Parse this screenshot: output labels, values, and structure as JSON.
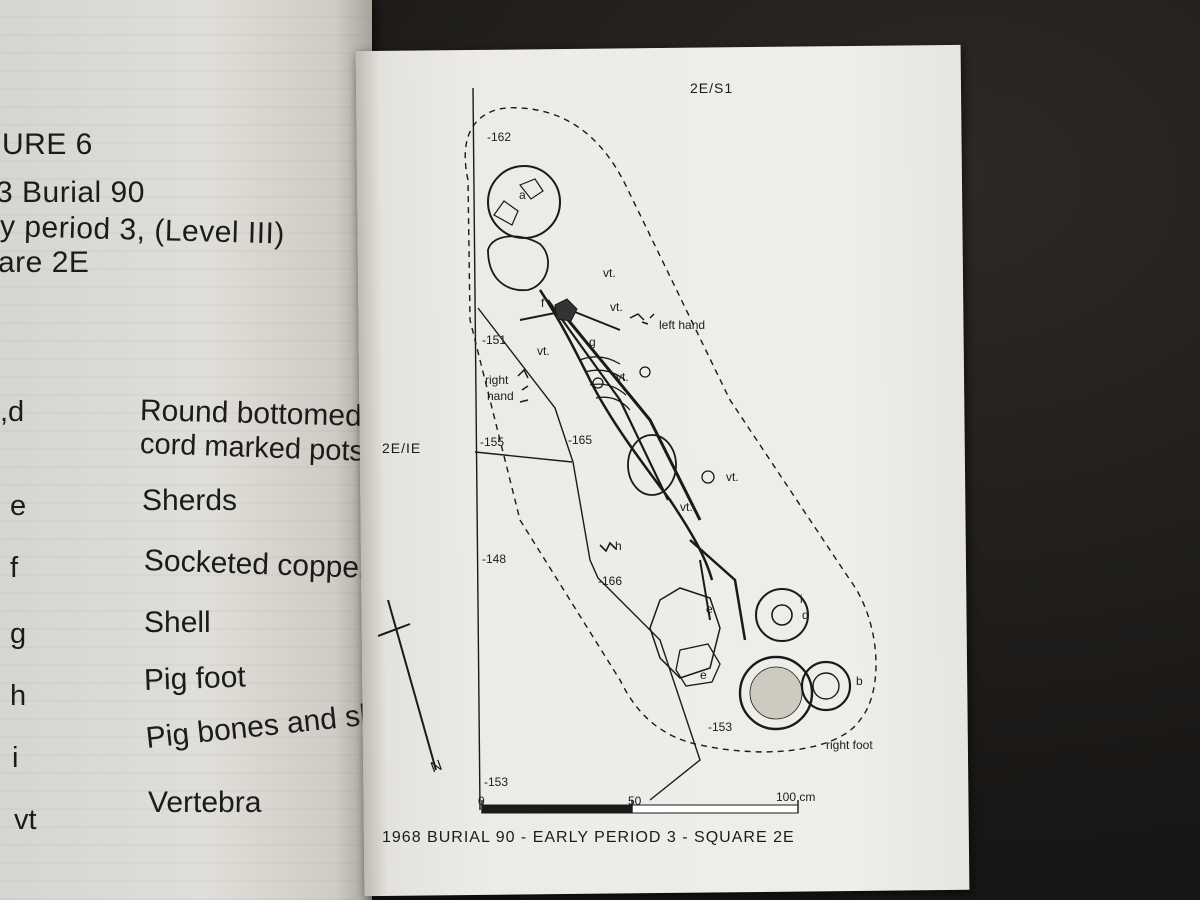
{
  "left_page": {
    "figure_heading": "URE 6",
    "subtitle_1": "3 Burial 90",
    "subtitle_2": "y period 3, (Level III)",
    "subtitle_3": "are 2E",
    "legend": [
      {
        "key": ",d",
        "value": "Round bottomed,"
      },
      {
        "key": "",
        "value": "cord marked pots"
      },
      {
        "key": "e",
        "value": "Sherds"
      },
      {
        "key": "f",
        "value": "Socketed copper too"
      },
      {
        "key": "g",
        "value": "Shell"
      },
      {
        "key": "h",
        "value": "Pig foot"
      },
      {
        "key": "i",
        "value": "Pig bones and skul"
      },
      {
        "key": "vt",
        "value": "Vertebra"
      }
    ],
    "north_label": "N"
  },
  "drawing": {
    "top_label": "2E/S1",
    "side_label": "2E/IE",
    "depths": [
      "-162",
      "-151",
      "-155",
      "-148",
      "-153",
      "-165",
      "-166",
      "-153"
    ],
    "annotations": {
      "a": "a",
      "b": "b",
      "d": "d",
      "e1": "e",
      "e2": "e",
      "f": "f",
      "g": "g",
      "h": "h",
      "i": "i",
      "vt1": "vt.",
      "vt2": "vt.",
      "vt3": "vt.",
      "vt4": "vt.",
      "vt5": "vt.",
      "vt6": "vt.",
      "left_hand": "left hand",
      "right_hand_1": "right",
      "right_hand_2": "hand",
      "right_foot": "right foot"
    },
    "scale": {
      "zero": "0",
      "mid": "50",
      "end": "100 cm"
    },
    "caption": "1968 BURIAL 90  -  EARLY PERIOD 3  -  SQUARE 2E"
  }
}
